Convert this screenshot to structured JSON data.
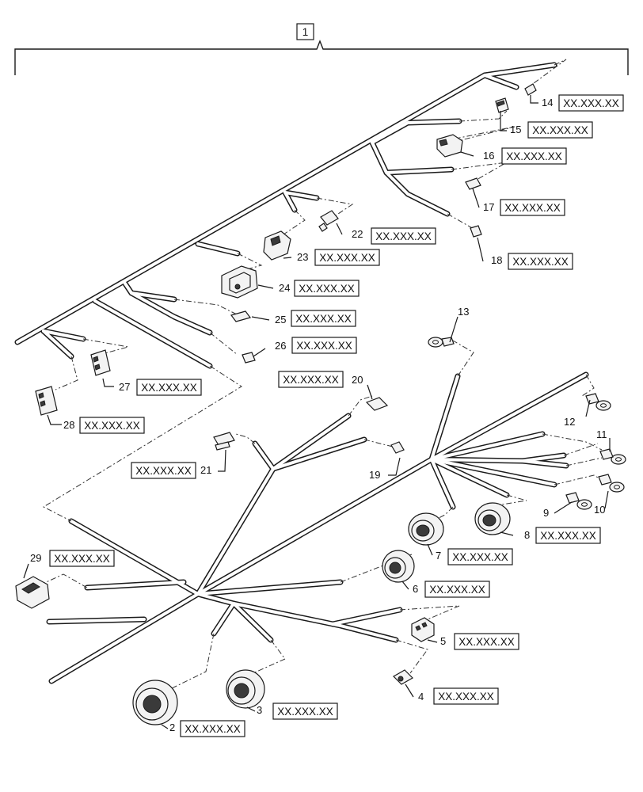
{
  "assembly": {
    "item": "1"
  },
  "callouts": [
    {
      "num": "2",
      "ref": "XX.XXX.XX"
    },
    {
      "num": "3",
      "ref": "XX.XXX.XX"
    },
    {
      "num": "4",
      "ref": "XX.XXX.XX"
    },
    {
      "num": "5",
      "ref": "XX.XXX.XX"
    },
    {
      "num": "6",
      "ref": "XX.XXX.XX"
    },
    {
      "num": "7",
      "ref": "XX.XXX.XX"
    },
    {
      "num": "8",
      "ref": "XX.XXX.XX"
    },
    {
      "num": "9",
      "ref": ""
    },
    {
      "num": "10",
      "ref": ""
    },
    {
      "num": "11",
      "ref": ""
    },
    {
      "num": "12",
      "ref": ""
    },
    {
      "num": "13",
      "ref": ""
    },
    {
      "num": "14",
      "ref": "XX.XXX.XX"
    },
    {
      "num": "15",
      "ref": "XX.XXX.XX"
    },
    {
      "num": "16",
      "ref": "XX.XXX.XX"
    },
    {
      "num": "17",
      "ref": "XX.XXX.XX"
    },
    {
      "num": "18",
      "ref": "XX.XXX.XX"
    },
    {
      "num": "19",
      "ref": "XX.XXX.XX"
    },
    {
      "num": "20",
      "ref": "XX.XXX.XX"
    },
    {
      "num": "21",
      "ref": "XX.XXX.XX"
    },
    {
      "num": "22",
      "ref": "XX.XXX.XX"
    },
    {
      "num": "23",
      "ref": "XX.XXX.XX"
    },
    {
      "num": "24",
      "ref": "XX.XXX.XX"
    },
    {
      "num": "25",
      "ref": "XX.XXX.XX"
    },
    {
      "num": "26",
      "ref": "XX.XXX.XX"
    },
    {
      "num": "27",
      "ref": "XX.XXX.XX"
    },
    {
      "num": "28",
      "ref": "XX.XXX.XX"
    },
    {
      "num": "29",
      "ref": "XX.XXX.XX"
    }
  ]
}
